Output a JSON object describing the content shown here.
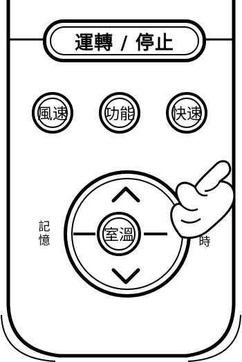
{
  "power_button": {
    "label": "運轉 / 停止"
  },
  "round_buttons": {
    "fan_speed": "風速",
    "function": "功能",
    "quick": "快速"
  },
  "dial": {
    "center_label": "室溫",
    "left_label_top": "記",
    "left_label_bottom": "憶",
    "right_label_bottom": "時",
    "up_icon": "chevron-up-icon",
    "down_icon": "chevron-down-icon"
  }
}
